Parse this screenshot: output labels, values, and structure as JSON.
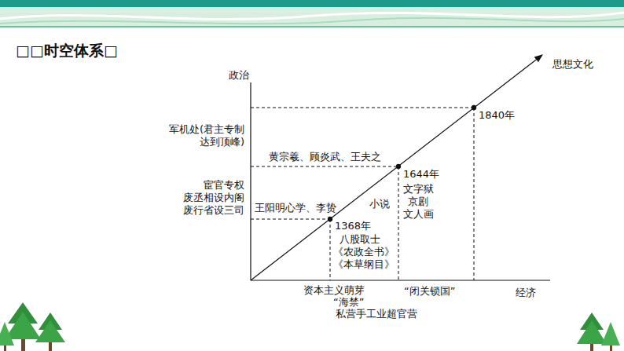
{
  "diagram": {
    "title": "□□时空体系□",
    "labels": [
      "政治",
      "思想文化",
      "经济",
      "1368年",
      "1644年",
      "1840年",
      "军机处(君主专制",
      "达到顶峰)",
      "宦官专权",
      "废丞相设内阁",
      "废行省设三司",
      "黄宗羲、顾炎武、王夫之",
      "王阳明心学、李贽",
      "小说",
      "文字狱",
      "京剧",
      "文人画",
      "八股取士",
      "《农政全书》",
      "《本草纲目》",
      "资本主义萌芽",
      "“海禁”",
      "私营手工业超官营",
      "“闭关锁国”"
    ]
  }
}
